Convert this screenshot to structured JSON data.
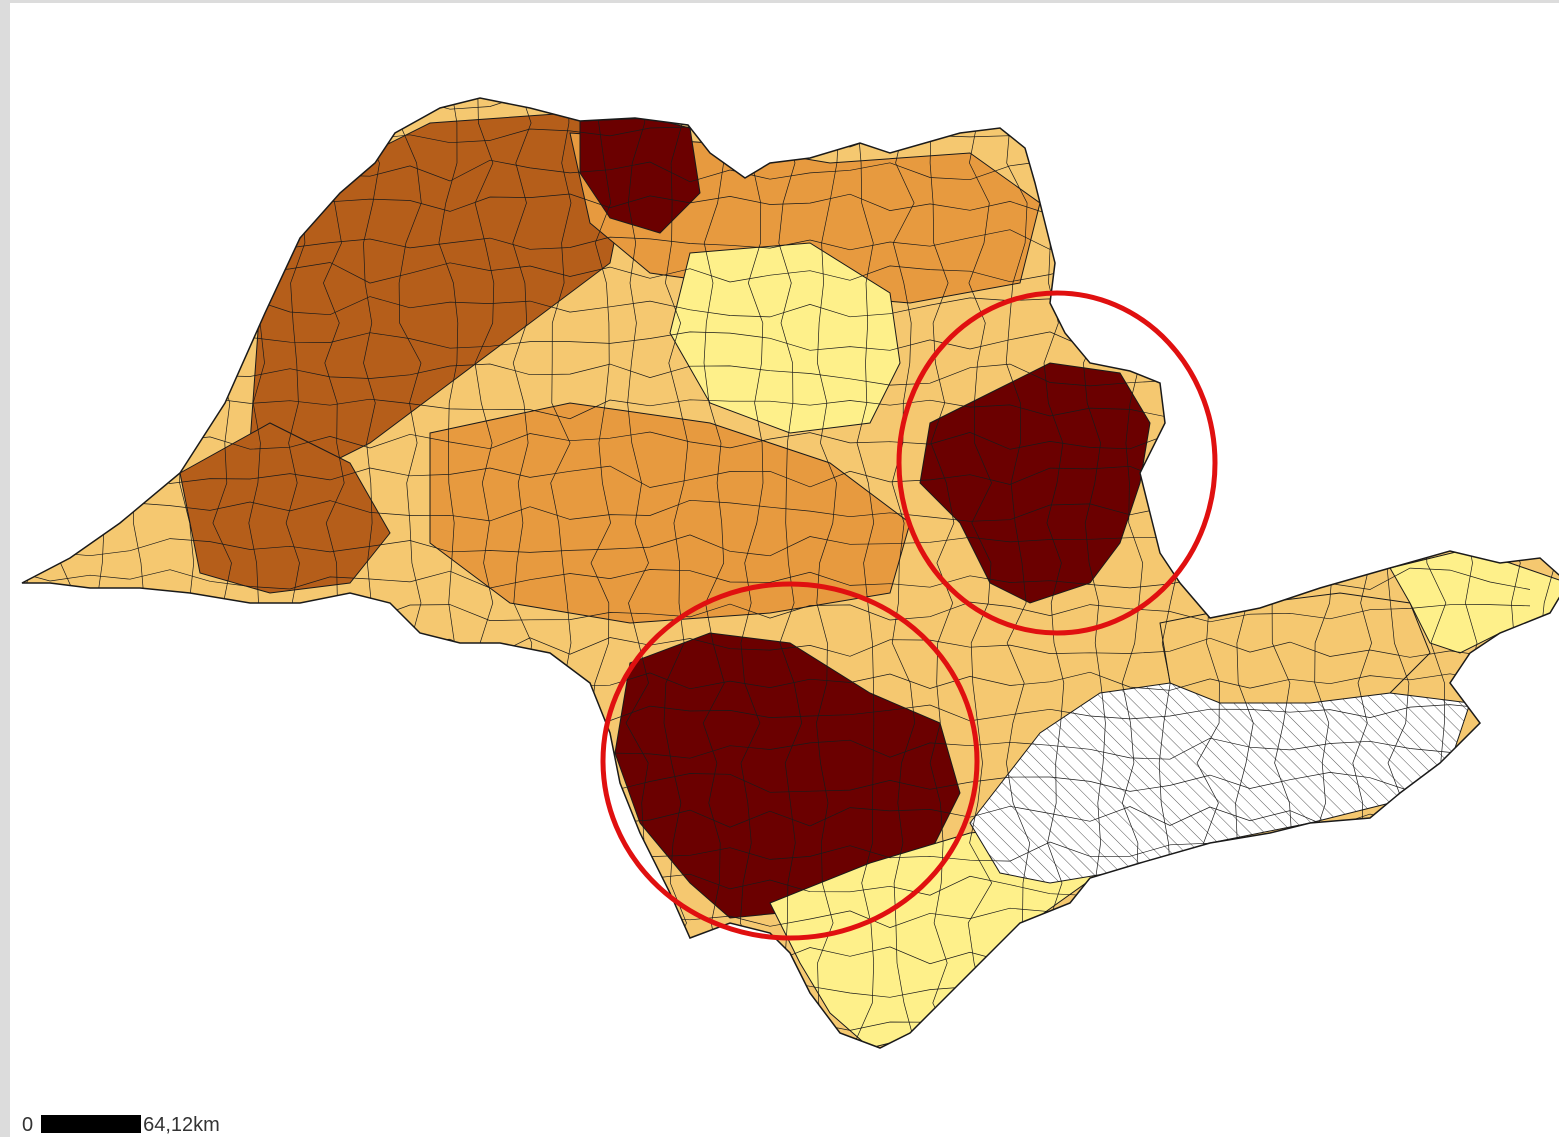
{
  "map": {
    "classes": {
      "lowest": "#fef08a",
      "low": "#f5c870",
      "mid": "#e79a3f",
      "high": "#b55e1a",
      "highest": "#6b0000",
      "no_data": "#ffffff"
    },
    "border_color": "#1a1a1a",
    "highlight_circle_color": "#e01010",
    "highlight_count": 2,
    "regions": [
      {
        "id": "far-west",
        "class": "low"
      },
      {
        "id": "northwest-band",
        "class": "high"
      },
      {
        "id": "north-center",
        "class": "mid"
      },
      {
        "id": "north-top",
        "class": "highest"
      },
      {
        "id": "center-light",
        "class": "lowest"
      },
      {
        "id": "center",
        "class": "mid"
      },
      {
        "id": "west-center",
        "class": "high"
      },
      {
        "id": "northeast-cluster",
        "class": "highest"
      },
      {
        "id": "southwest-cluster",
        "class": "highest"
      },
      {
        "id": "south-coast",
        "class": "lowest"
      },
      {
        "id": "metro-area",
        "class": "no_data"
      },
      {
        "id": "east-valley",
        "class": "low"
      },
      {
        "id": "east-tip",
        "class": "lowest"
      }
    ]
  },
  "scale": {
    "start_label": "0",
    "end_label": "64,12km",
    "bar_color": "#000000"
  }
}
